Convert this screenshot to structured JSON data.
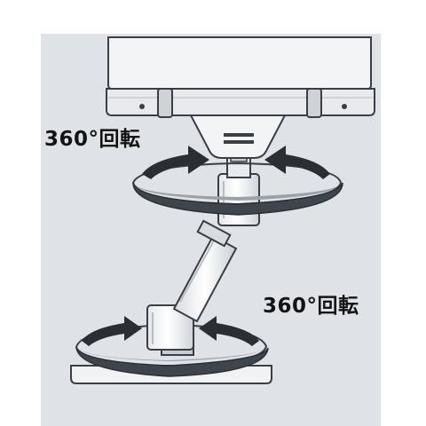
{
  "labels": {
    "top_rotation": "360°回転",
    "bottom_rotation": "360°回転"
  },
  "colors": {
    "panel_bg": "#dfe3e8",
    "outline": "#3a3f45",
    "device_body": "#f3f4f6",
    "device_shadow": "#c8ccd2",
    "ring_dark": "#3e454c",
    "ring_light": "#9aa1a8",
    "arrow": "#2b2f33",
    "text": "#141414"
  },
  "icons": {
    "rotation_arrows": "curved-rotation-arrow",
    "joint": "swivel-joint"
  }
}
